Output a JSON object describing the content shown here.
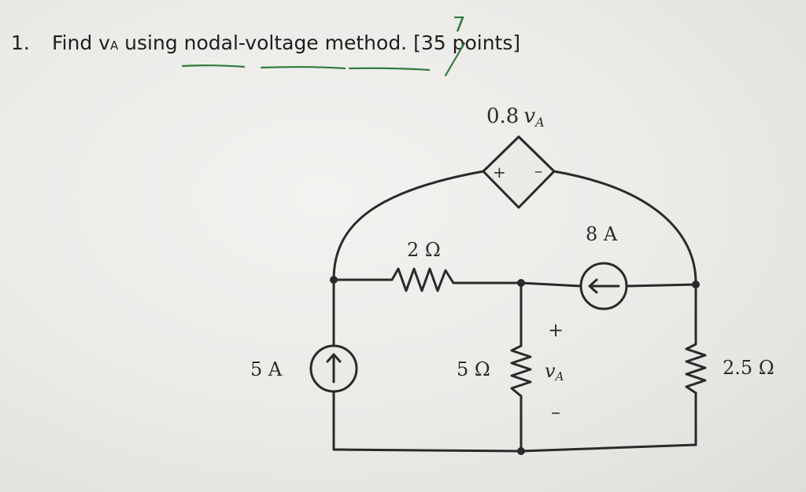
{
  "question": {
    "number": "1.",
    "text_before": "Find v",
    "subscript": "A",
    "text_after": " using nodal-voltage method. [35 points]"
  },
  "grading": {
    "mark": "7"
  },
  "circuit": {
    "dependent_source_label": "0.8",
    "dependent_source_var": "v",
    "dependent_source_sub": "A",
    "dep_plus": "+",
    "dep_minus": "–",
    "resistor_top_label": "2 Ω",
    "current_source_right_label": "8 A",
    "current_source_left_label": "5 A",
    "resistor_middle_label": "5 Ω",
    "resistor_right_label": "2.5 Ω",
    "va_var": "v",
    "va_sub": "A",
    "va_plus": "+",
    "va_minus": "–"
  }
}
